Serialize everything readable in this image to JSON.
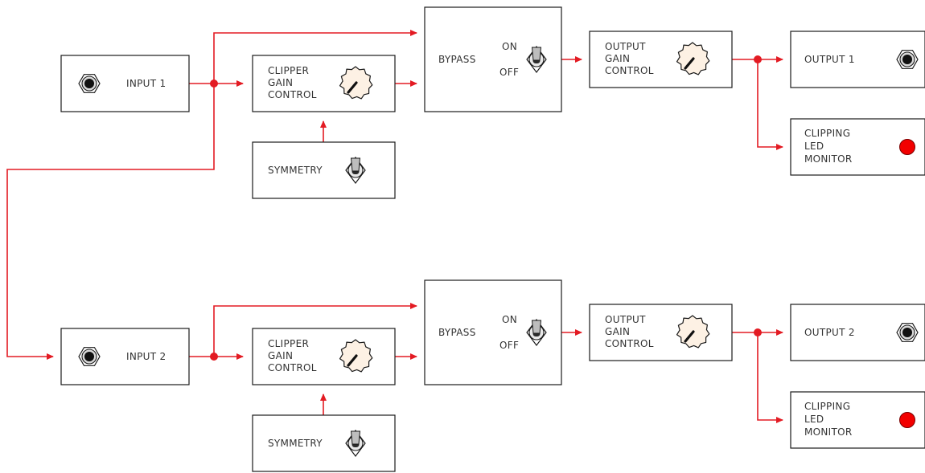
{
  "colors": {
    "signal": "#e31b23",
    "box_border": "#1a1a1a",
    "label": "#333333",
    "knob_fill": "#fdf1e4",
    "led": "#f20000"
  },
  "channel_1": {
    "input_label": "INPUT 1",
    "clipper_label": [
      "CLIPPER",
      "GAIN",
      "CONTROL"
    ],
    "symmetry_label": "SYMMETRY",
    "bypass_label": "BYPASS",
    "bypass_on": "ON",
    "bypass_off": "OFF",
    "output_gain_label": [
      "OUTPUT",
      "GAIN",
      "CONTROL"
    ],
    "output_label": "OUTPUT 1",
    "led_label": [
      "CLIPPING",
      "LED",
      "MONITOR"
    ]
  },
  "channel_2": {
    "input_label": "INPUT 2",
    "clipper_label": [
      "CLIPPER",
      "GAIN",
      "CONTROL"
    ],
    "symmetry_label": "SYMMETRY",
    "bypass_label": "BYPASS",
    "bypass_on": "ON",
    "bypass_off": "OFF",
    "output_gain_label": [
      "OUTPUT",
      "GAIN",
      "CONTROL"
    ],
    "output_label": "OUTPUT 2",
    "led_label": [
      "CLIPPING",
      "LED",
      "MONITOR"
    ]
  },
  "icons": {
    "input_jack": "jack-icon",
    "output_jack": "jack-icon",
    "gain_knob": "knob-icon",
    "symmetry_switch": "toggle-switch-icon",
    "bypass_switch": "toggle-switch-icon",
    "led": "led-icon"
  }
}
